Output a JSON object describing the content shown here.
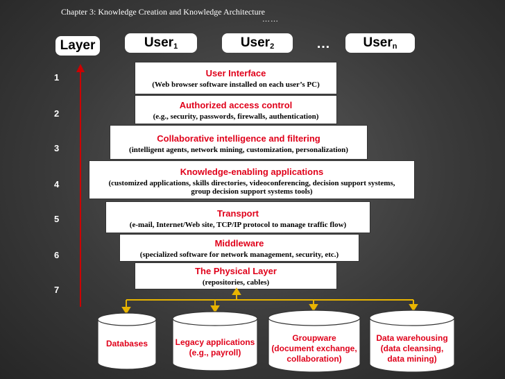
{
  "header": {
    "chapter": "Chapter 3:  Knowledge Creation and Knowledge Architecture",
    "top_dots": "……",
    "layer_label": "Layer",
    "users": [
      {
        "base": "User",
        "sub": "1"
      },
      {
        "base": "User",
        "sub": "2"
      },
      {
        "base": "User",
        "sub": "n"
      }
    ],
    "ellipsis": "…"
  },
  "layer_numbers": [
    "1",
    "2",
    "3",
    "4",
    "5",
    "6",
    "7"
  ],
  "layers": [
    {
      "title": "User Interface",
      "desc": "(Web browser software installed on each user’s PC)"
    },
    {
      "title": "Authorized access control",
      "desc": "(e.g., security, passwords, firewalls, authentication)"
    },
    {
      "title": "Collaborative intelligence and filtering",
      "desc": "(intelligent agents, network mining, customization, personalization)"
    },
    {
      "title": "Knowledge-enabling applications",
      "desc": "(customized applications, skills directories, videoconferencing, decision support systems,",
      "desc2": "group decision support systems tools)"
    },
    {
      "title": "Transport",
      "desc": "(e-mail, Internet/Web site, TCP/IP protocol to manage traffic flow)"
    },
    {
      "title": "Middleware",
      "desc": "(specialized software for network  management, security, etc.)"
    },
    {
      "title": "The Physical Layer",
      "desc": "(repositories, cables)"
    }
  ],
  "repositories": [
    {
      "label": "Databases"
    },
    {
      "label": "Legacy applications\n(e.g., payroll)"
    },
    {
      "label": "Groupware\n(document exchange,\ncollaboration)"
    },
    {
      "label": "Data warehousing\n(data cleansing,\ndata mining)"
    }
  ],
  "colors": {
    "accent": "#e0001a",
    "connector": "#e8b400",
    "arrow": "#cc0000"
  }
}
